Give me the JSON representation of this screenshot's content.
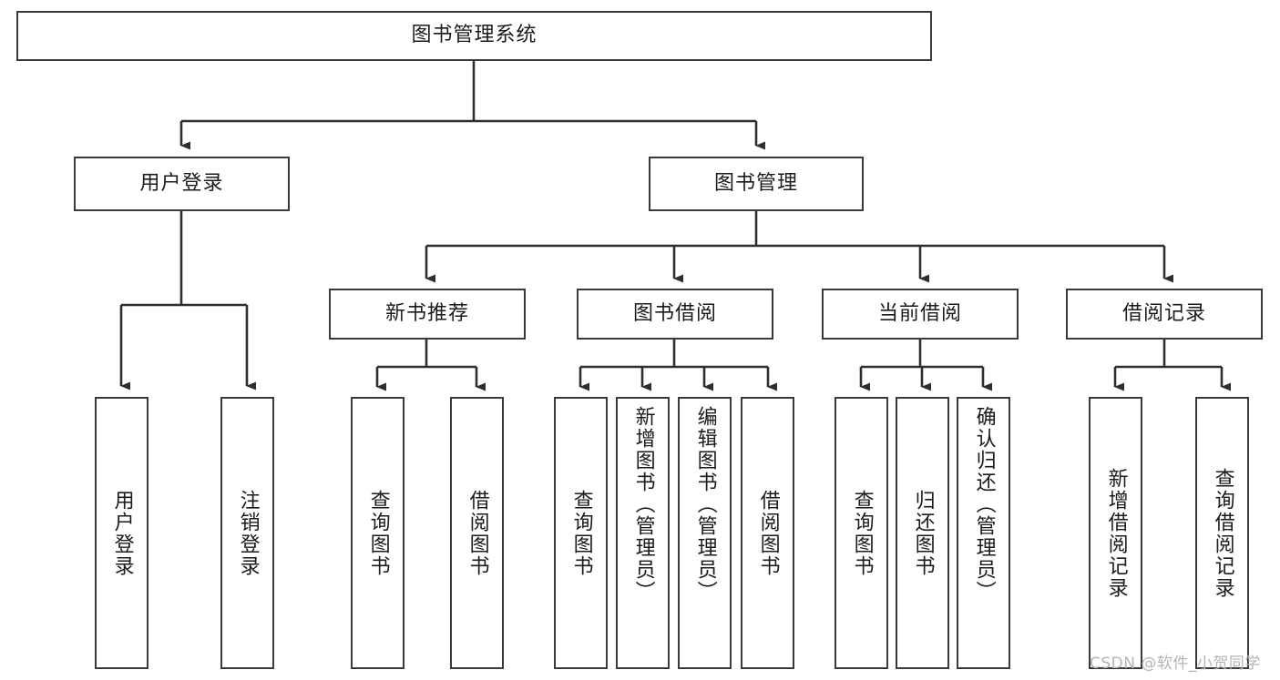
{
  "diagram": {
    "type": "tree-hierarchy",
    "title": "图书管理系统",
    "root": {
      "id": "root",
      "label": "图书管理系统"
    },
    "level2": [
      {
        "id": "user-login",
        "label": "用户登录"
      },
      {
        "id": "book-manage",
        "label": "图书管理"
      }
    ],
    "level3": [
      {
        "id": "new-book-rec",
        "label": "新书推荐",
        "parent": "book-manage"
      },
      {
        "id": "book-borrow",
        "label": "图书借阅",
        "parent": "book-manage"
      },
      {
        "id": "current-borrow",
        "label": "当前借阅",
        "parent": "book-manage"
      },
      {
        "id": "borrow-record",
        "label": "借阅记录",
        "parent": "book-manage"
      }
    ],
    "leaves": [
      {
        "id": "leaf-user-login",
        "label": "用户登录",
        "parent": "user-login"
      },
      {
        "id": "leaf-logout",
        "label": "注销登录",
        "parent": "user-login"
      },
      {
        "id": "leaf-query-book-rec",
        "label": "查询图书",
        "parent": "new-book-rec"
      },
      {
        "id": "leaf-borrow-book-rec",
        "label": "借阅图书",
        "parent": "new-book-rec"
      },
      {
        "id": "leaf-query-book-borrow",
        "label": "查询图书",
        "parent": "book-borrow"
      },
      {
        "id": "leaf-add-book",
        "label": "新增图书（管理员）",
        "parent": "book-borrow"
      },
      {
        "id": "leaf-edit-book",
        "label": "编辑图书（管理员）",
        "parent": "book-borrow"
      },
      {
        "id": "leaf-borrow-book",
        "label": "借阅图书",
        "parent": "book-borrow"
      },
      {
        "id": "leaf-query-book-cur",
        "label": "查询图书",
        "parent": "current-borrow"
      },
      {
        "id": "leaf-return-book",
        "label": "归还图书",
        "parent": "current-borrow"
      },
      {
        "id": "leaf-confirm-return",
        "label": "确认归还（管理员）",
        "parent": "current-borrow"
      },
      {
        "id": "leaf-add-record",
        "label": "新增借阅记录",
        "parent": "borrow-record"
      },
      {
        "id": "leaf-query-record",
        "label": "查询借阅记录",
        "parent": "borrow-record"
      }
    ],
    "colors": {
      "box_border": "#3a3a3a",
      "box_fill": "#ffffff",
      "connector": "#2e2e2e",
      "text": "#1b1b1b",
      "watermark": "#b4b4b4"
    }
  },
  "watermark": {
    "text": "CSDN @软件_小贺同学"
  }
}
